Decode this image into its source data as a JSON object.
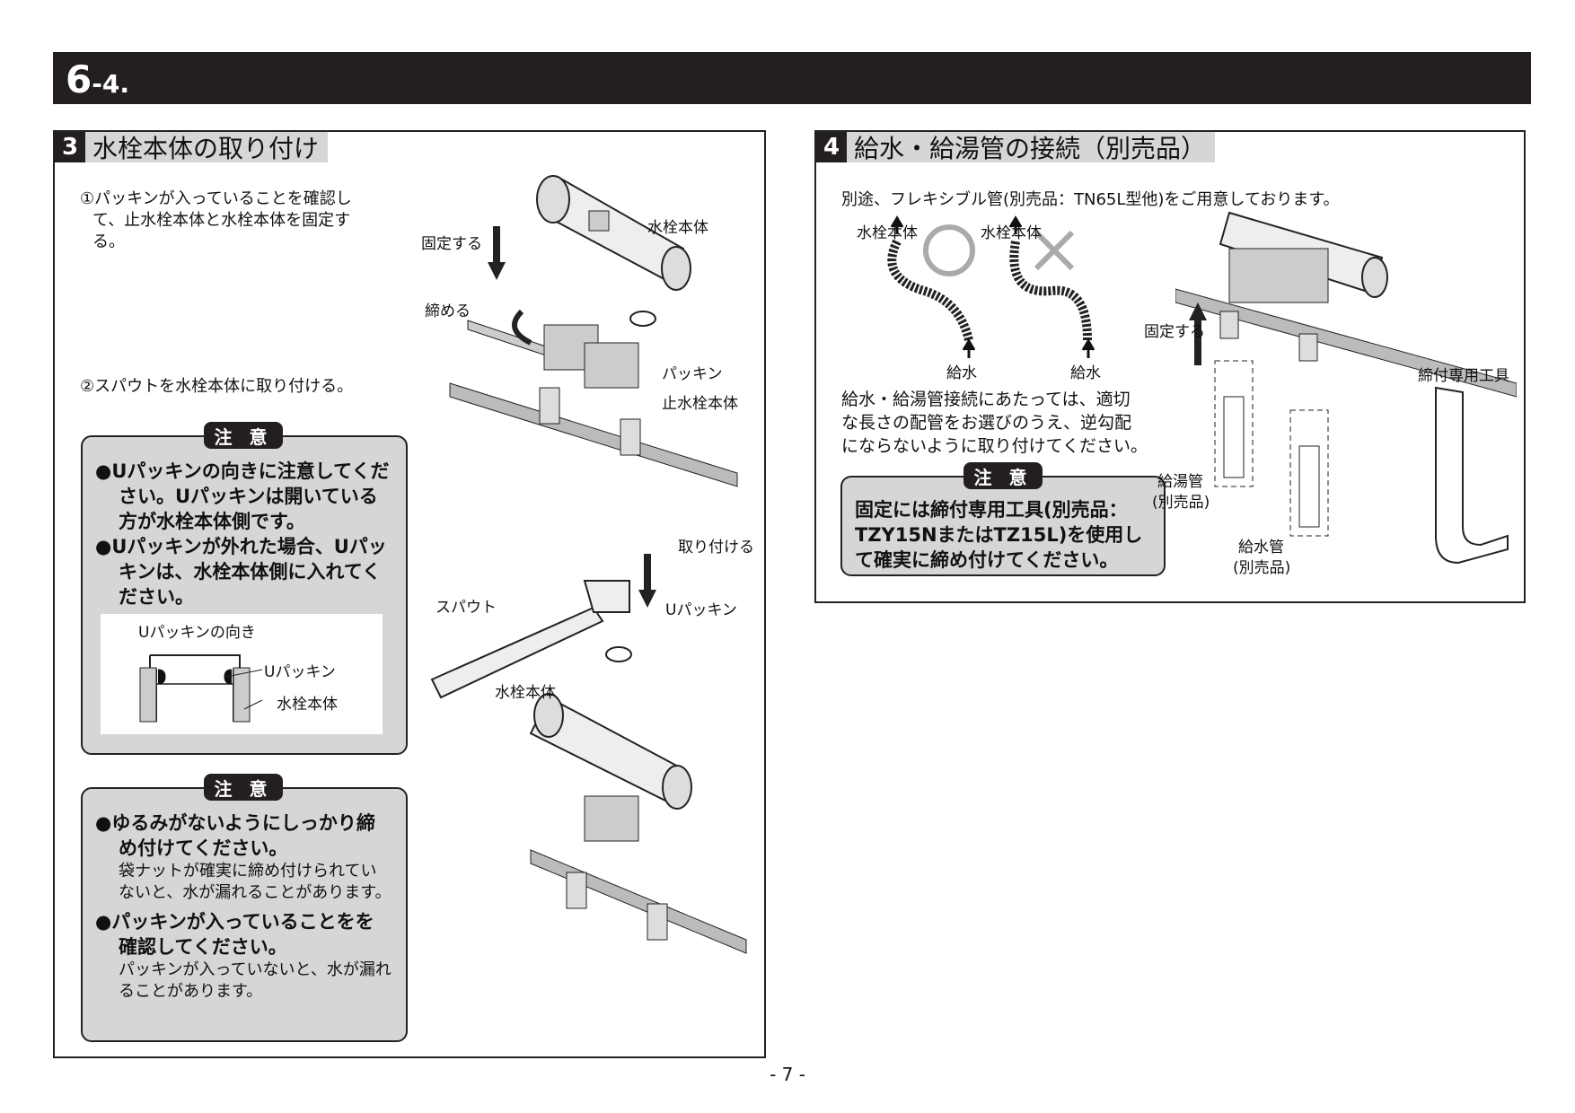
{
  "header": {
    "number": "6",
    "sub": "-4."
  },
  "section3": {
    "number": "3",
    "title": "水栓本体の取り付け",
    "step1": {
      "line1": "①パッキンが入っていることを確認し",
      "line2": "て、止水栓本体と水栓本体を固定す",
      "line3": "る。"
    },
    "step2": "②スパウトを水栓本体に取り付ける。",
    "caution1": {
      "tag": "注 意",
      "b1": "●Uパッキンの向きに注意してください。Uパッキンは開いている方が水栓本体側です。",
      "b2": "●Uパッキンが外れた場合、Uパッキンは、水栓本体側に入れてください。",
      "inset": {
        "title": "Uパッキンの向き",
        "l1": "Uパッキン",
        "l2": "水栓本体"
      }
    },
    "caution2": {
      "tag": "注 意",
      "b1": "●ゆるみがないようにしっかり締め付けてください。",
      "s1": "袋ナットが確実に締め付けられていないと、水が漏れることがあります。",
      "b2": "●パッキンが入っていることをを確認してください。",
      "s2": "パッキンが入っていないと、水が漏れることがあります。"
    },
    "fig1": {
      "l1": "水栓本体",
      "l2": "固定する",
      "l3": "締める",
      "l4": "パッキン",
      "l5": "止水栓本体"
    },
    "fig2": {
      "l1": "取り付ける",
      "l2": "スパウト",
      "l3": "Uパッキン",
      "l4": "水栓本体"
    }
  },
  "section4": {
    "number": "4",
    "title": "給水・給湯管の接続（別売品）",
    "intro": "別途、フレキシブル管(別売品：TN65L型他)をご用意しております。",
    "fig": {
      "l1": "水栓本体",
      "l2": "水栓本体",
      "l3": "給水",
      "l4": "給水"
    },
    "note": {
      "line1": "給水・給湯管接続にあたっては、適切",
      "line2": "な長さの配管をお選びのうえ、逆勾配",
      "line3": "にならないように取り付けてください。"
    },
    "caution": {
      "tag": "注 意",
      "text": "固定には締付専用工具(別売品：TZY15NまたはTZ15L)を使用して確実に締め付けてください。"
    },
    "fig2": {
      "l1": "固定する",
      "l2": "締付専用工具",
      "l3": "給湯管",
      "l4": "(別売品)",
      "l5": "給水管",
      "l6": "(別売品)"
    }
  },
  "page": "- 7 -"
}
